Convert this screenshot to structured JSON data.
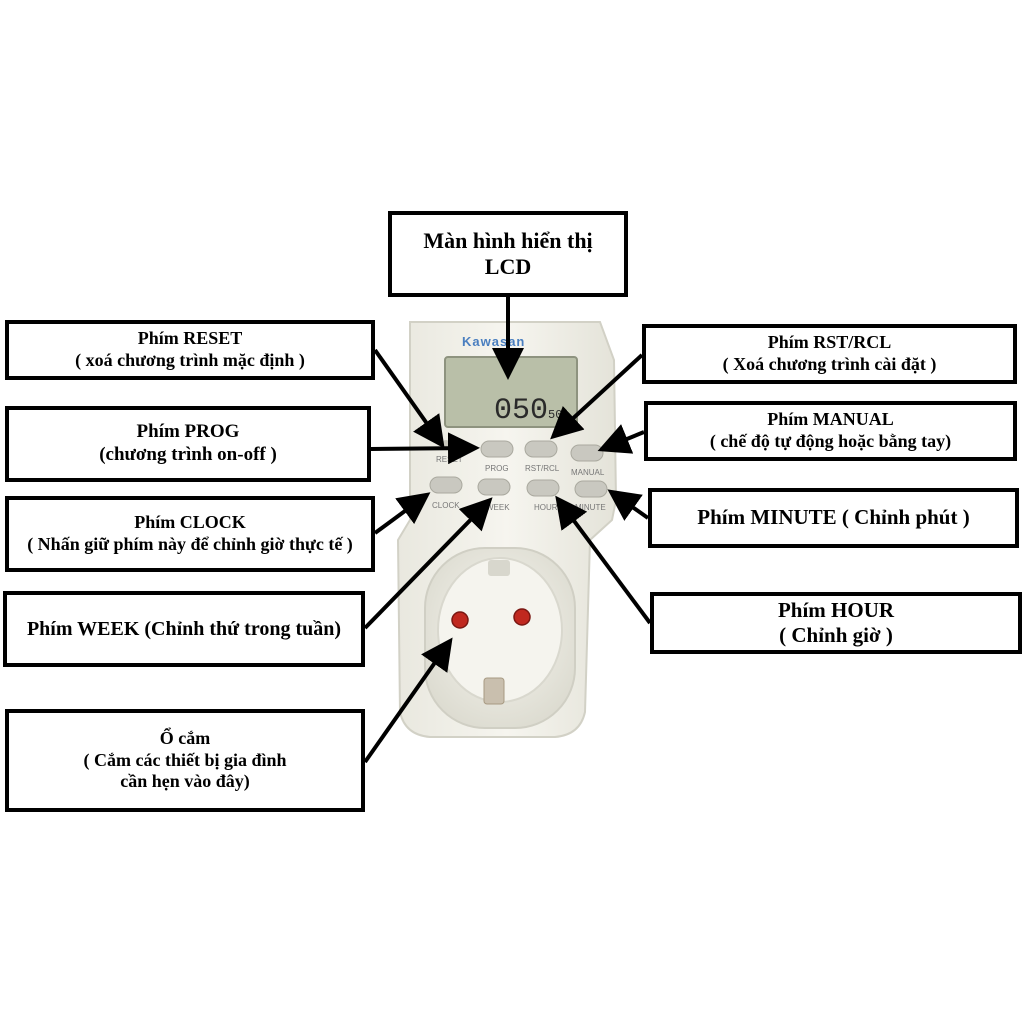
{
  "device": {
    "brand": "Kawasan",
    "lcd_main": "050",
    "lcd_seconds": "50",
    "buttons": {
      "reset": "RESET",
      "prog": "PROG",
      "rst_rcl": "RST/RCL",
      "manual": "MANUAL",
      "clock": "CLOCK",
      "week": "WEEK",
      "hour": "HOUR",
      "minute": "MINUTE"
    }
  },
  "callouts": {
    "lcd": {
      "line1": "Màn hình hiển thị",
      "line2": "LCD"
    },
    "reset": {
      "line1": "Phím RESET",
      "line2": "( xoá chương trình mặc định )"
    },
    "prog": {
      "line1": "Phím  PROG",
      "line2": "(chương trình on-off )"
    },
    "clock": {
      "line1": "Phím CLOCK",
      "line2": "( Nhấn giữ phím này để chỉnh giờ thực tế )"
    },
    "week": {
      "line1": "Phím WEEK (Chỉnh thứ trong tuần)"
    },
    "socket": {
      "line1": "Ổ cắm",
      "line2": "( Cắm các thiết bị gia đình",
      "line3": "cần hẹn vào đây)"
    },
    "rst_rcl": {
      "line1": "Phím RST/RCL",
      "line2": "( Xoá chương trình cài đặt )"
    },
    "manual": {
      "line1": "Phím MANUAL",
      "line2": "( chế độ tự động hoặc bằng tay)"
    },
    "minute": {
      "line1": "Phím MINUTE ( Chỉnh phút )"
    },
    "hour": {
      "line1": "Phím  HOUR",
      "line2": "( Chỉnh giờ )"
    }
  },
  "colors": {
    "device_body": "#f2f1ea",
    "lcd_screen": "#b9bfa8",
    "socket_pin": "#c0281f",
    "border": "#000000"
  }
}
